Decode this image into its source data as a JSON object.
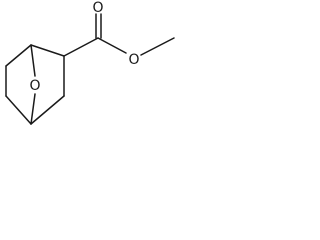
{
  "molecule": {
    "atoms": {
      "bridge_oxygen": {
        "symbol": "O"
      },
      "carbonyl_oxygen": {
        "symbol": "O"
      },
      "ester_oxygen": {
        "symbol": "O"
      }
    }
  }
}
